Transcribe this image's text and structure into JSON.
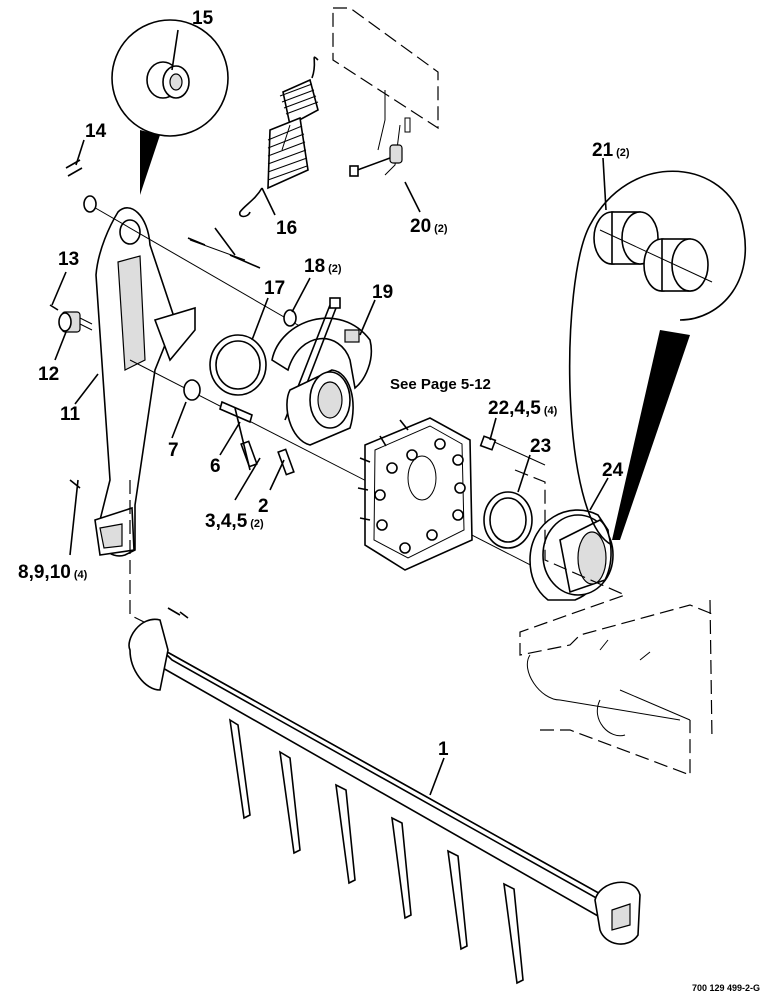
{
  "labels": [
    {
      "id": "1",
      "text": "1",
      "qty": ""
    },
    {
      "id": "2",
      "text": "2",
      "qty": ""
    },
    {
      "id": "3",
      "text": "3,4,5",
      "qty": "(2)"
    },
    {
      "id": "6",
      "text": "6",
      "qty": ""
    },
    {
      "id": "7",
      "text": "7",
      "qty": ""
    },
    {
      "id": "8",
      "text": "8,9,10",
      "qty": "(4)"
    },
    {
      "id": "11",
      "text": "11",
      "qty": ""
    },
    {
      "id": "12",
      "text": "12",
      "qty": ""
    },
    {
      "id": "13",
      "text": "13",
      "qty": ""
    },
    {
      "id": "14",
      "text": "14",
      "qty": ""
    },
    {
      "id": "15",
      "text": "15",
      "qty": ""
    },
    {
      "id": "16",
      "text": "16",
      "qty": ""
    },
    {
      "id": "17",
      "text": "17",
      "qty": ""
    },
    {
      "id": "18",
      "text": "18",
      "qty": "(2)"
    },
    {
      "id": "19",
      "text": "19",
      "qty": ""
    },
    {
      "id": "20",
      "text": "20",
      "qty": "(2)"
    },
    {
      "id": "21",
      "text": "21",
      "qty": "(2)"
    },
    {
      "id": "22",
      "text": "22,4,5",
      "qty": "(4)"
    },
    {
      "id": "23",
      "text": "23",
      "qty": ""
    },
    {
      "id": "24",
      "text": "24",
      "qty": ""
    }
  ],
  "reference_note": "See Page 5-12",
  "drawing_number": "700 129 499-2-G"
}
